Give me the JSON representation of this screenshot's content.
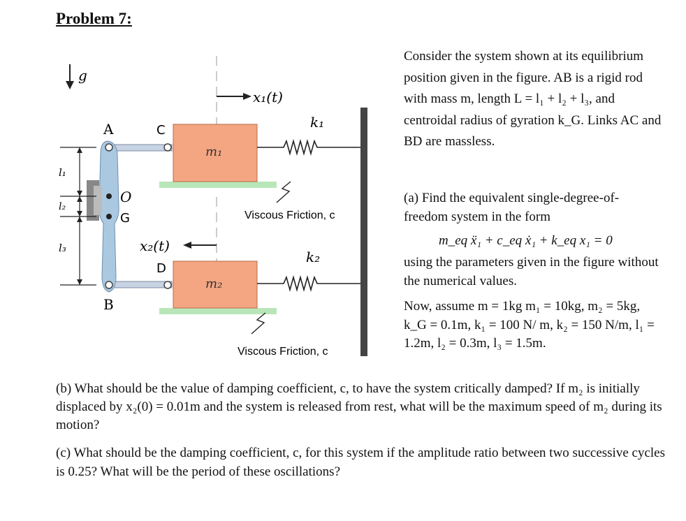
{
  "title": "Problem 7",
  "title_colon": ":",
  "intro": "Consider the system shown at its equilibrium position given in the figure. AB is a rigid rod with mass m, length L = l₁ + l₂ + l₃, and centroidal radius of gyration k_G. Links AC and BD are massless.",
  "part_a_lead": "(a) Find the equivalent single-degree-of- freedom system in the form",
  "part_a_equation": "m_eq ẍ₁ + c_eq ẋ₁ + k_eq x₁ = 0",
  "part_a_tail": "using the parameters given in the figure without the numerical values.",
  "given": "Now, assume m = 1kg m₁ = 10kg, m₂ = 5kg, k_G = 0.1m, k₁ = 100 N/ m, k₂ = 150 N/m, l₁ = 1.2m, l₂ = 0.3m, l₃ = 1.5m.",
  "part_b": "(b) What should be the value of damping coefficient, c, to have the system critically damped? If m₂ is initially displaced by x₂(0) = 0.01m and the system is released from rest, what will be the maximum speed of m₂ during its motion?",
  "part_c": "(c) What should be the damping coefficient, c, for this system if the amplitude ratio between two successive cycles is 0.25? What will be the period of these oscillations?",
  "figure": {
    "gravity_label": "g",
    "x1_label": "x₁(t)",
    "x2_label": "x₂(t)",
    "k1_label": "k₁",
    "k2_label": "k₂",
    "m1_label": "m₁",
    "m2_label": "m₂",
    "A_label": "A",
    "B_label": "B",
    "C_label": "C",
    "D_label": "D",
    "O_label": "O",
    "G_label": "G",
    "l1_label": "l₁",
    "l2_label": "l₂",
    "l3_label": "l₃",
    "friction1_label": "Viscous Friction, c",
    "friction2_label": "Viscous Friction, c",
    "colors": {
      "mass": "#f4a582",
      "rod": "#aac8e0",
      "floor": "#b8e6b8",
      "link": "#c8d4e4"
    }
  }
}
